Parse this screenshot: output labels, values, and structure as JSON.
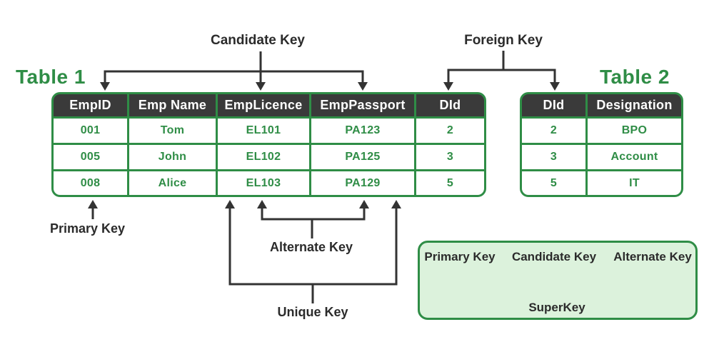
{
  "labels": {
    "candidate_key": "Candidate Key",
    "foreign_key": "Foreign Key",
    "primary_key": "Primary Key",
    "alternate_key": "Alternate Key",
    "unique_key": "Unique Key"
  },
  "table1": {
    "title": "Table 1",
    "headers": [
      "EmpID",
      "Emp Name",
      "EmpLicence",
      "EmpPassport",
      "DId"
    ],
    "rows": [
      [
        "001",
        "Tom",
        "EL101",
        "PA123",
        "2"
      ],
      [
        "005",
        "John",
        "EL102",
        "PA125",
        "3"
      ],
      [
        "008",
        "Alice",
        "EL103",
        "PA129",
        "5"
      ]
    ]
  },
  "table2": {
    "title": "Table 2",
    "headers": [
      "DId",
      "Designation"
    ],
    "rows": [
      [
        "2",
        "BPO"
      ],
      [
        "3",
        "Account"
      ],
      [
        "5",
        "IT"
      ]
    ]
  },
  "superkey": {
    "inputs": [
      "Primary Key",
      "Candidate Key",
      "Alternate Key"
    ],
    "result": "SuperKey"
  },
  "colors": {
    "green": "#2f8d46",
    "header_bg": "#3a3a3a",
    "line": "#333333",
    "superkey_box_bg": "#dcf2dc",
    "label_text": "#2b2b2b"
  }
}
